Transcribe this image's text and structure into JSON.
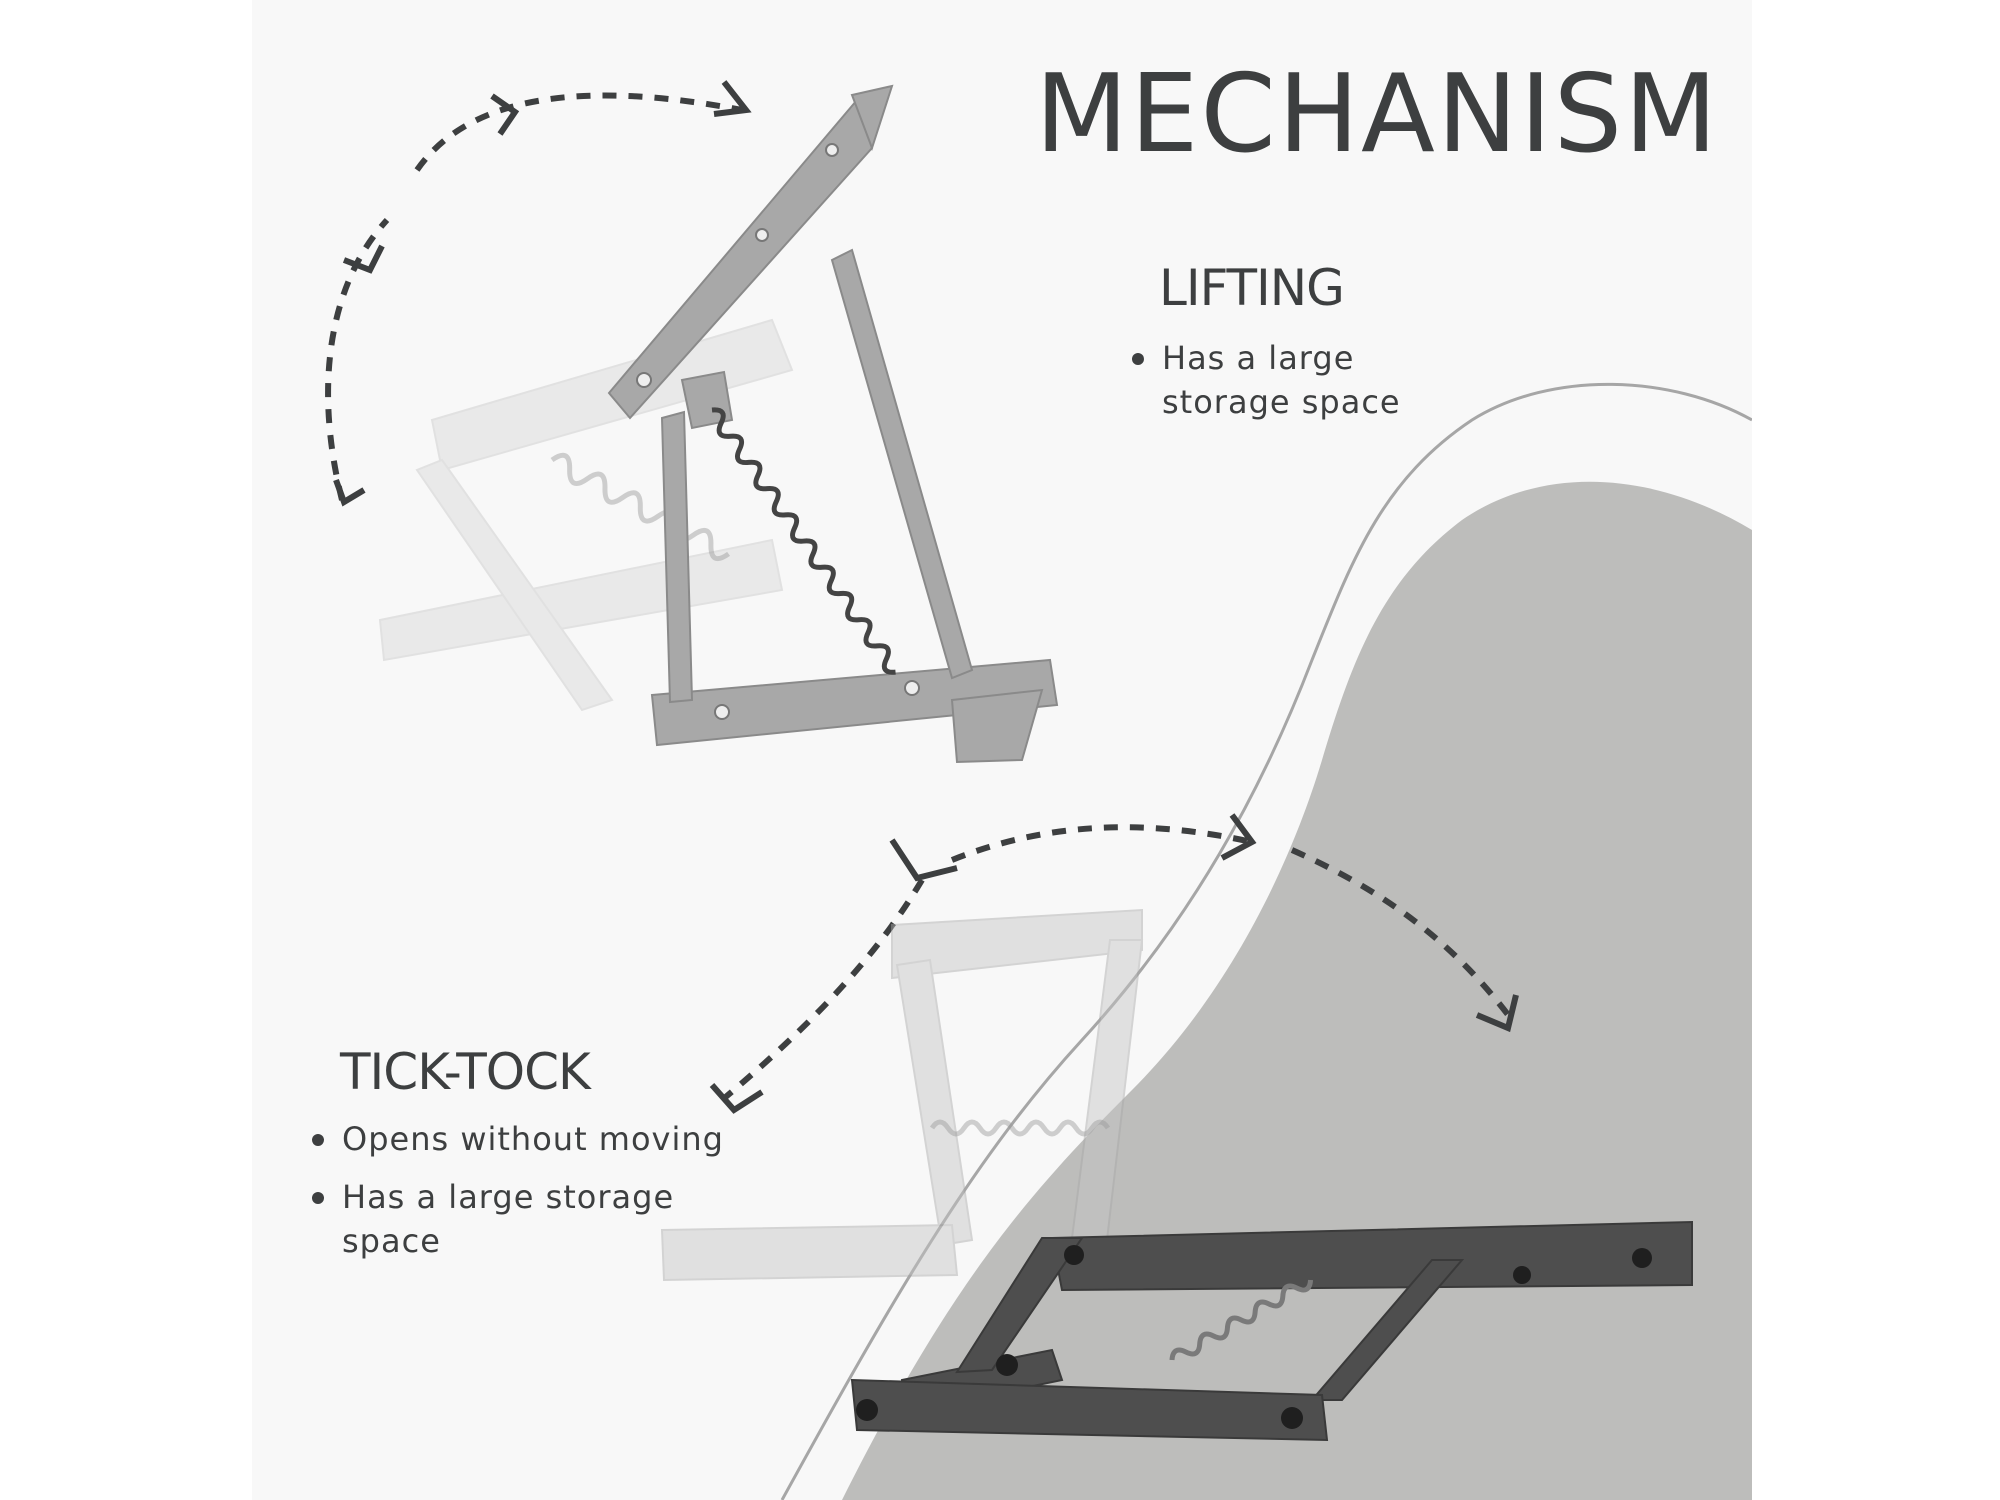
{
  "title": "MECHANISM",
  "lifting": {
    "heading": "LIFTING",
    "bullets": [
      "Has a large storage space"
    ]
  },
  "ticktock": {
    "heading": "TICK-TOCK",
    "bullets": [
      "Opens without moving",
      "Has a large storage space"
    ]
  },
  "colors": {
    "text": "#3d3f40",
    "background": "#f8f8f8",
    "curve_fill": "#bdbdbb",
    "dark_frame": "#4a4a4a",
    "light_frame": "#c4c4c4"
  }
}
